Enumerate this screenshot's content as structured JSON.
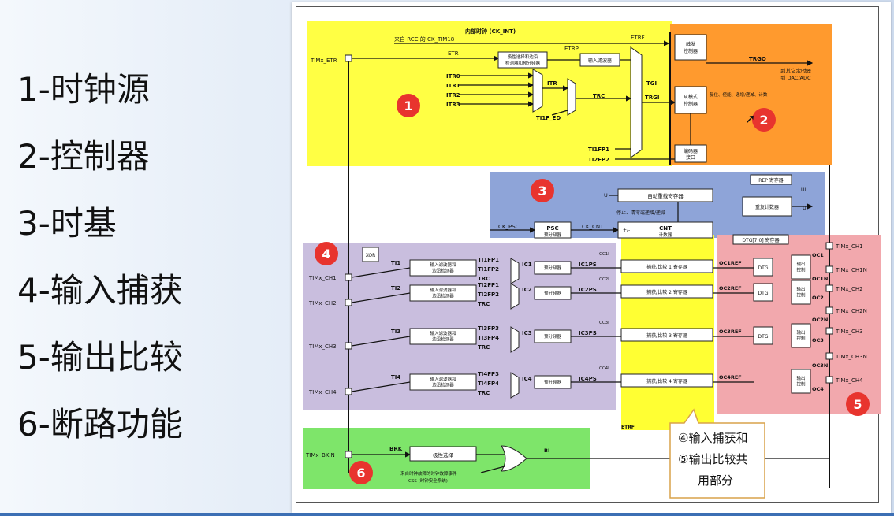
{
  "legend": {
    "items": [
      "1-时钟源",
      "2-控制器",
      "3-时基",
      "4-输入捕获",
      "5-输出比较",
      "6-断路功能"
    ]
  },
  "colors": {
    "zone1": "#ffff44",
    "zone2": "#ff9a2e",
    "zone3": "#8ea4d8",
    "zone4": "#c9bede",
    "zone5": "#f2a8ad",
    "zone6": "#7ee56a",
    "zone_number": "#e8342e",
    "cc_column": "#ffff33"
  },
  "zones": {
    "z1": "1",
    "z2": "2",
    "z3": "3",
    "z4": "4",
    "z5": "5",
    "z6": "6"
  },
  "clock": {
    "internal_clock": "内部时钟 (CK_INT)",
    "from_rcc": "来自 RCC 的 CK_TIM18",
    "etr_pin": "TIMx_ETR",
    "etr": "ETR",
    "etrp": "ETRP",
    "etrf": "ETRF",
    "polarity_block": "极性选择和边沿\n检测器和预分频器",
    "input_filter": "输入滤波器",
    "itr": [
      "ITR0",
      "ITR1",
      "ITR2",
      "ITR3"
    ],
    "itr_out": "ITR",
    "trc": "TRC",
    "ti1f_ed": "TI1F_ED",
    "tgi": "TGI",
    "trgi": "TRGI",
    "ti1fp1": "TI1FP1",
    "ti2fp2": "TI2FP2"
  },
  "controller": {
    "trigger_ctrl": "触发\n控制器",
    "trgo": "TRGO",
    "trgo_dest": "到其它定时器\n到 DAC/ADC",
    "slave_ctrl": "从模式\n控制器",
    "reset_text": "复位、使能、递增/递减、计数",
    "encoder": "编码器\n接口"
  },
  "timebase": {
    "auto_reload": "自动重载寄存器",
    "rep_reg": "REP 寄存器",
    "rep_counter": "重复计数器",
    "stop_text": "停止、清零或递增/递减",
    "ck_psc": "CK_PSC",
    "psc": "PSC",
    "psc_sub": "预分频器",
    "ck_cnt": "CK_CNT",
    "cnt": "CNT",
    "cnt_sub": "计数器",
    "u": "U",
    "ui": "UI",
    "plus_minus": "+/-"
  },
  "capture": {
    "xor": "XOR",
    "filter_block": "输入滤波器和\n边沿检测器",
    "prescaler": "预分频器",
    "channels": [
      {
        "pin": "TIMx_CH1",
        "ti": "TI1",
        "fpA": "TI1FP1",
        "fpB": "TI1FP2",
        "ic": "IC1",
        "icps": "IC1PS",
        "cc": "CC1I",
        "reg": "捕获/比较 1 寄存器"
      },
      {
        "pin": "TIMx_CH2",
        "ti": "TI2",
        "fpA": "TI2FP1",
        "fpB": "TI2FP2",
        "ic": "IC2",
        "icps": "IC2PS",
        "cc": "CC2I",
        "reg": "捕获/比较 2 寄存器"
      },
      {
        "pin": "TIMx_CH3",
        "ti": "TI3",
        "fpA": "TI3FP3",
        "fpB": "TI3FP4",
        "ic": "IC3",
        "icps": "IC3PS",
        "cc": "CC3I",
        "reg": "捕获/比较 3 寄存器"
      },
      {
        "pin": "TIMx_CH4",
        "ti": "TI4",
        "fpA": "TI4FP3",
        "fpB": "TI4FP4",
        "ic": "IC4",
        "icps": "IC4PS",
        "cc": "CC4I",
        "reg": "捕获/比较 4 寄存器"
      }
    ],
    "trc": "TRC",
    "etrf": "ETRF"
  },
  "output": {
    "dtg_reg": "DTG[7:0] 寄存器",
    "dtg": "DTG",
    "out_ctrl": "输出\n控制",
    "ocref": [
      "OC1REF",
      "OC2REF",
      "OC3REF",
      "OC4REF"
    ],
    "pins": [
      "TIMx_CH1",
      "TIMx_CH1N",
      "TIMx_CH2",
      "TIMx_CH2N",
      "TIMx_CH3",
      "TIMx_CH3N",
      "TIMx_CH4"
    ],
    "oc": [
      "OC1",
      "OC1N",
      "OC2",
      "OC2N",
      "OC3",
      "OC3N",
      "OC4"
    ]
  },
  "brk": {
    "pin": "TIMx_BKIN",
    "brk": "BRK",
    "polarity": "极性选择",
    "css_note": "来自时钟故障的时钟故障事件\nCSS (时钟安全系统)",
    "bi": "BI"
  },
  "callout": {
    "lines": [
      "④输入捕获和",
      "⑤输出比较共",
      "用部分"
    ]
  }
}
